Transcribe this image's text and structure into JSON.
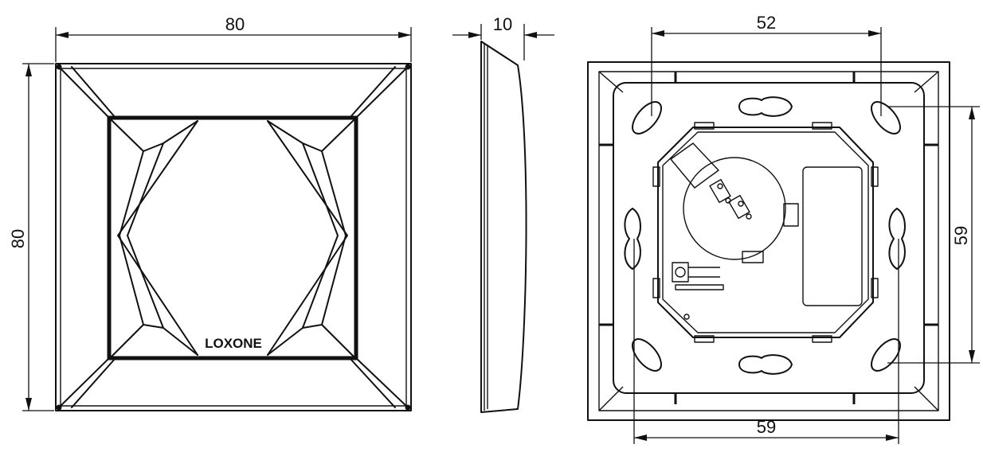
{
  "front_view": {
    "width_label": "80",
    "height_label": "80",
    "logo_text": "LOXONE"
  },
  "side_view": {
    "depth_label": "10"
  },
  "back_view": {
    "top_spacing_label": "52",
    "bottom_spacing_label": "59",
    "vertical_spacing_label": "59"
  }
}
